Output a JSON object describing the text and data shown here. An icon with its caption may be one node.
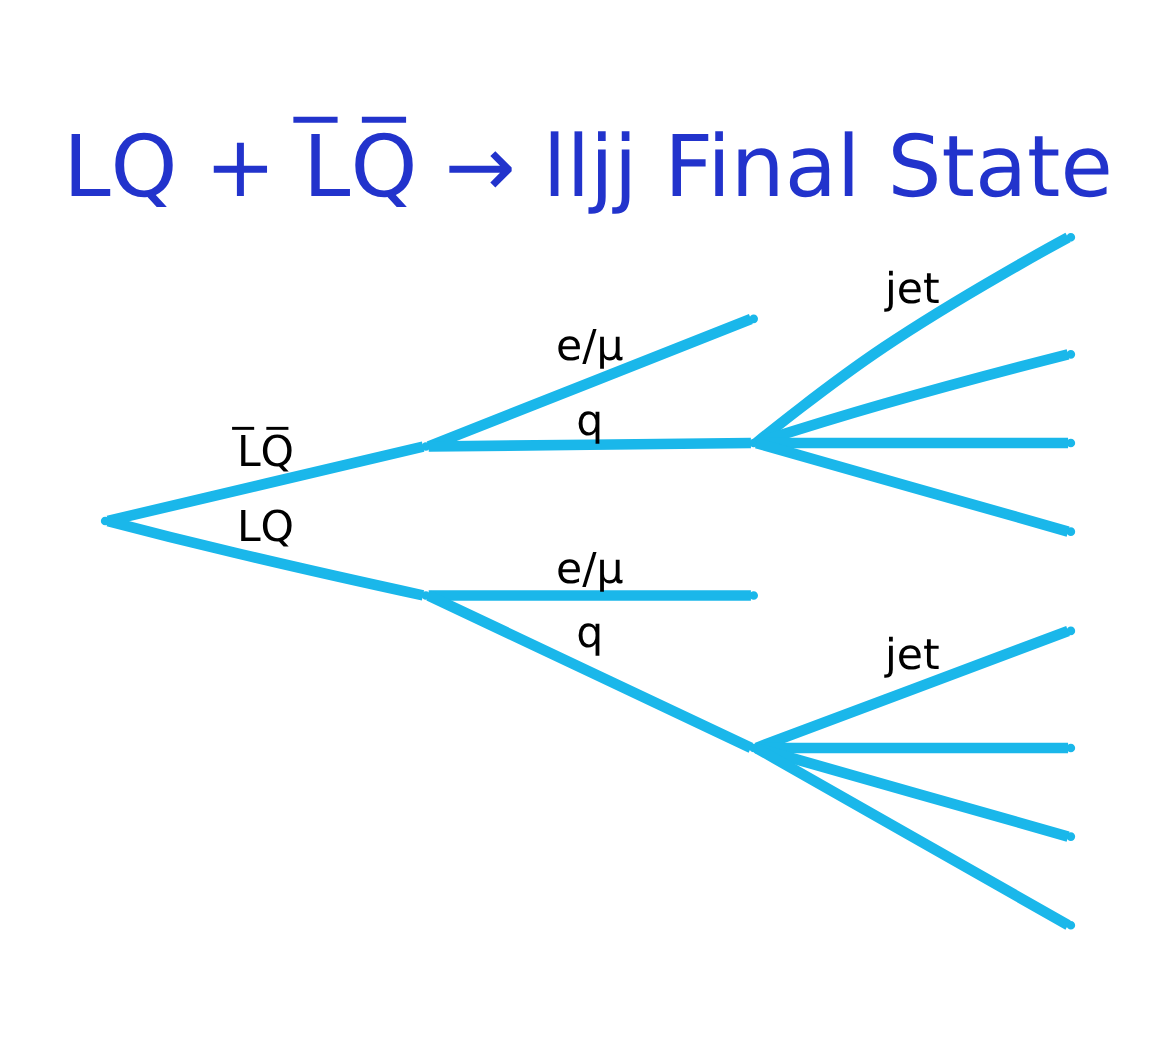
{
  "diagram": {
    "title": "LQ + L̅Q̅ → lljj Final State",
    "nodes": [
      {
        "text": [],
        "shape": "point"
      },
      {
        "text": [],
        "shape": "point"
      },
      {
        "text": [],
        "shape": "point"
      },
      {
        "text": [],
        "shape": "point"
      },
      {
        "text": [],
        "shape": "point"
      },
      {
        "text": [],
        "shape": "point"
      },
      {
        "text": [],
        "shape": "point"
      },
      {
        "text": [],
        "shape": "point"
      },
      {
        "text": [],
        "shape": "point"
      },
      {
        "text": [],
        "shape": "point"
      },
      {
        "text": [],
        "shape": "point"
      },
      {
        "text": [],
        "shape": "point"
      },
      {
        "text": [],
        "shape": "point"
      },
      {
        "text": [],
        "shape": "point"
      },
      {
        "text": [],
        "shape": "point"
      }
    ],
    "edges": [
      {
        "from": 0,
        "to": 1,
        "arrow": "none",
        "label": "L̅Q̅"
      },
      {
        "from": 0,
        "to": 2,
        "arrow": "none",
        "label": "LQ"
      },
      {
        "from": 1,
        "to": 3,
        "arrow": "none",
        "label": "e/μ"
      },
      {
        "from": 1,
        "to": 4,
        "arrow": "none",
        "label": "q"
      },
      {
        "from": 4,
        "to": 7,
        "arrow": "none",
        "label": "jet"
      },
      {
        "from": 4,
        "to": 8,
        "arrow": "none"
      },
      {
        "from": 4,
        "to": 9,
        "arrow": "none"
      },
      {
        "from": 4,
        "to": 10,
        "arrow": "none"
      },
      {
        "from": 2,
        "to": 5,
        "arrow": "none",
        "label": "e/μ"
      },
      {
        "from": 2,
        "to": 6,
        "arrow": "none",
        "label": "q"
      },
      {
        "from": 6,
        "to": 11,
        "arrow": "none",
        "label": "jet"
      },
      {
        "from": 6,
        "to": 12,
        "arrow": "none"
      },
      {
        "from": 6,
        "to": 13,
        "arrow": "none"
      },
      {
        "from": 6,
        "to": 14,
        "arrow": "none"
      }
    ]
  }
}
